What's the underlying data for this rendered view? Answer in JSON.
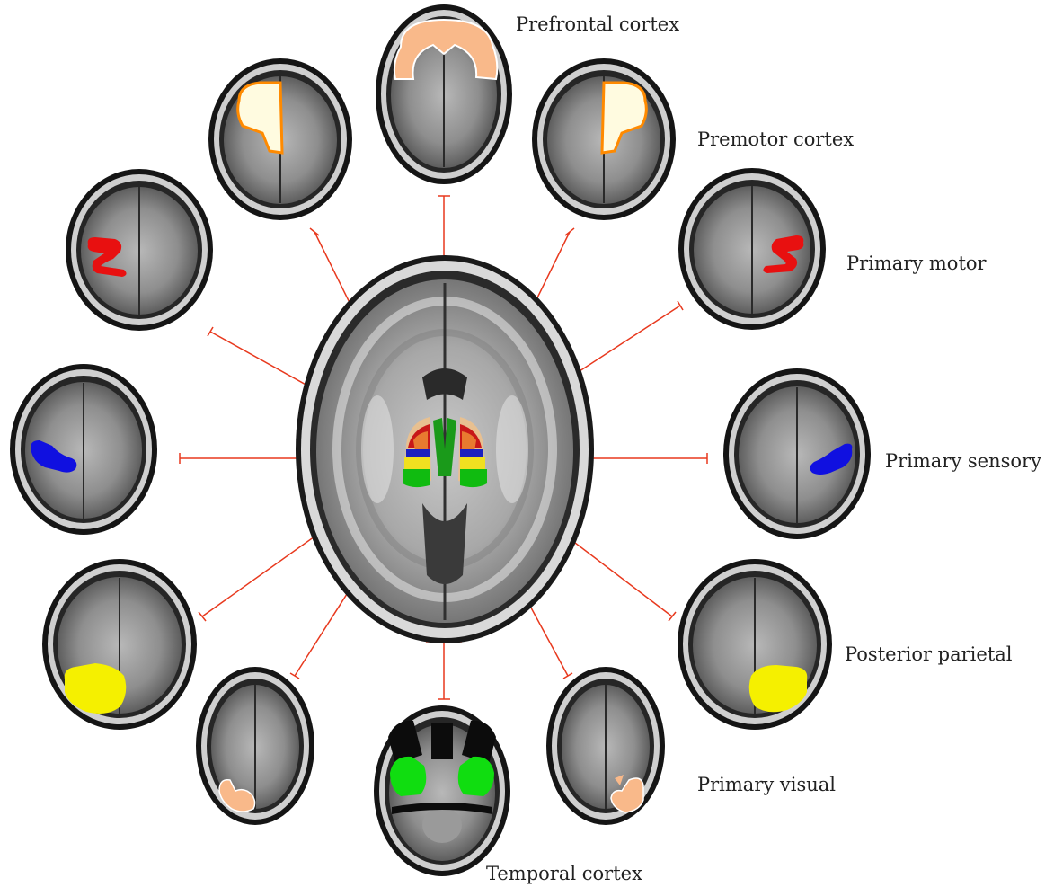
{
  "labels": {
    "prefrontal": "Prefrontal cortex",
    "premotor": "Premotor cortex",
    "primary_motor": "Primary motor",
    "primary_sensory": "Primary sensory",
    "posterior_parietal": "Posterior parietal",
    "primary_visual": "Primary visual",
    "temporal": "Temporal cortex"
  },
  "colors": {
    "connector": "#e8391e",
    "prefrontal": "#f9b98a",
    "premotor": "#fffbe0",
    "premotor_outline": "#ff8a00",
    "motor": "#e81010",
    "sensory": "#1010e0",
    "parietal": "#f5f000",
    "visual": "#f9b98a",
    "temporal": "#10dd10",
    "striatum_green": "#1a9a1a",
    "striatum_orange": "#e87a30",
    "striatum_red": "#c81818",
    "striatum_blue": "#1a20c0",
    "striatum_yellow": "#f0e020",
    "striatum_tan": "#e8c090"
  }
}
